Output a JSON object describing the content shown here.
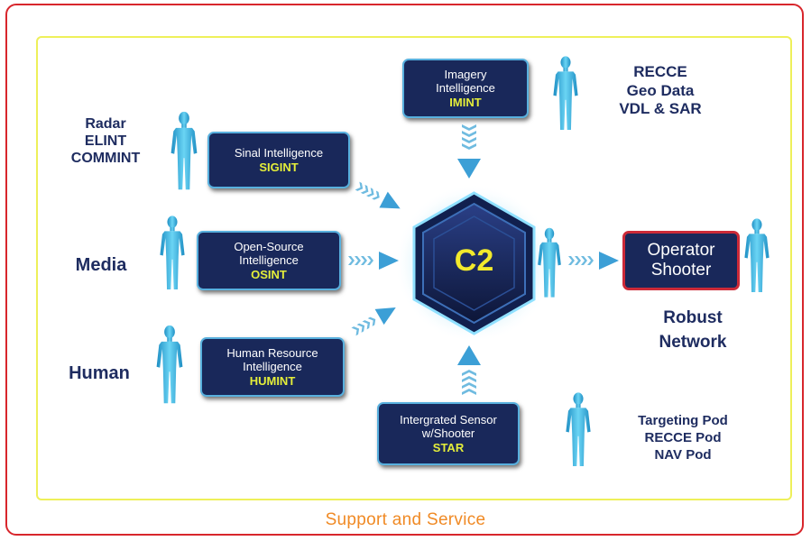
{
  "footer": "Support and Service",
  "center": {
    "label": "C2"
  },
  "boxes": {
    "imint": {
      "line1": "Imagery",
      "line2": "Intelligence",
      "abbr": "IMINT"
    },
    "sigint": {
      "line1": "Sinal Intelligence",
      "abbr": "SIGINT"
    },
    "osint": {
      "line1": "Open-Source",
      "line2": "Intelligence",
      "abbr": "OSINT"
    },
    "humint": {
      "line1": "Human Resource",
      "line2": "Intelligence",
      "abbr": "HUMINT"
    },
    "star": {
      "line1": "Intergrated Sensor",
      "line2": "w/Shooter",
      "abbr": "STAR"
    },
    "operator": {
      "line1": "Operator",
      "line2": "Shooter"
    }
  },
  "labels": {
    "sigint_sources": [
      "Radar",
      "ELINT",
      "COMMINT"
    ],
    "osint_source": "Media",
    "humint_source": "Human",
    "imint_sources": [
      "RECCE",
      "Geo Data",
      "VDL & SAR"
    ],
    "network": [
      "Robust",
      "Network"
    ],
    "star_sources": [
      "Targeting Pod",
      "RECCE Pod",
      "NAV Pod"
    ]
  },
  "colors": {
    "outer_frame": "#d8262c",
    "inner_frame": "#eef05a",
    "footer": "#f08a25",
    "box_fill": "#19285a",
    "box_border": "#58b0de",
    "abbr": "#e4ee3a",
    "label": "#1e2c60",
    "person": "#4cc2ea",
    "c2_text": "#f2ea2c",
    "operator_border": "#cc2a38"
  }
}
